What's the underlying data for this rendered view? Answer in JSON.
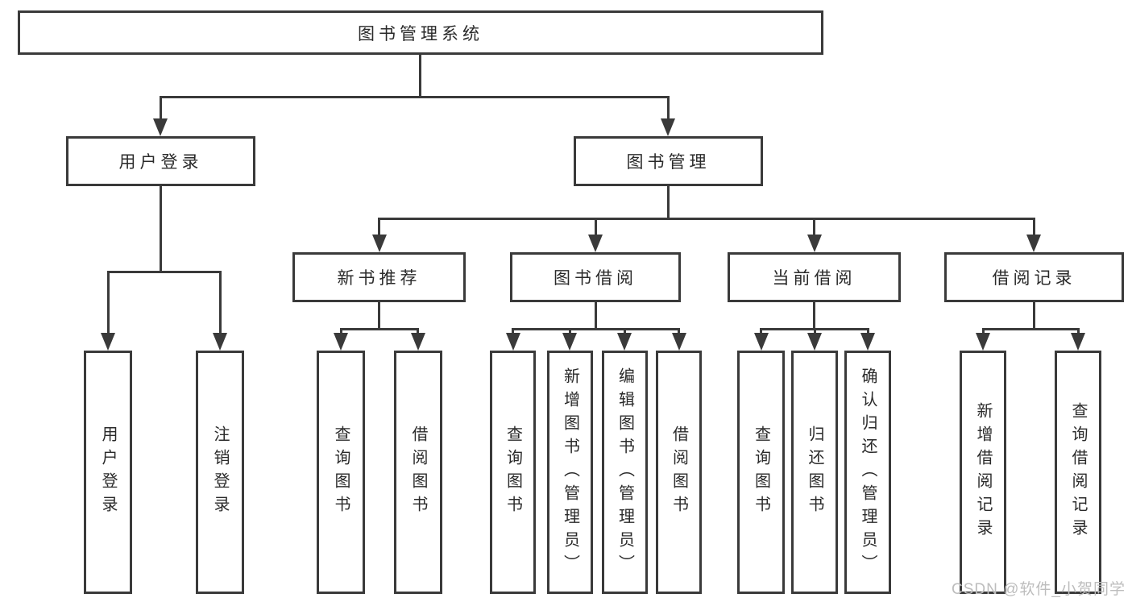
{
  "colors": {
    "line": "#3a3a3a",
    "box_border": "#3a3a3a",
    "box_background": "#ffffff",
    "text": "#2a2a2a",
    "watermark": "#bdbdbd",
    "page_background": "#ffffff"
  },
  "watermark": {
    "text": "CSDN @软件_小贺同学"
  },
  "tree": {
    "root": {
      "label": "图书管理系统"
    },
    "branches": [
      {
        "label": "用户登录",
        "children": [
          {
            "label": "用户登录"
          },
          {
            "label": "注销登录"
          }
        ]
      },
      {
        "label": "图书管理",
        "children": [
          {
            "label": "新书推荐",
            "children": [
              {
                "label": "查询图书"
              },
              {
                "label": "借阅图书"
              }
            ]
          },
          {
            "label": "图书借阅",
            "children": [
              {
                "label": "查询图书"
              },
              {
                "label": "新增图书（管理员）"
              },
              {
                "label": "编辑图书（管理员）"
              },
              {
                "label": "借阅图书"
              }
            ]
          },
          {
            "label": "当前借阅",
            "children": [
              {
                "label": "查询图书"
              },
              {
                "label": "归还图书"
              },
              {
                "label": "确认归还（管理员）"
              }
            ]
          },
          {
            "label": "借阅记录",
            "children": [
              {
                "label": "新增借阅记录"
              },
              {
                "label": "查询借阅记录"
              }
            ]
          }
        ]
      }
    ]
  }
}
